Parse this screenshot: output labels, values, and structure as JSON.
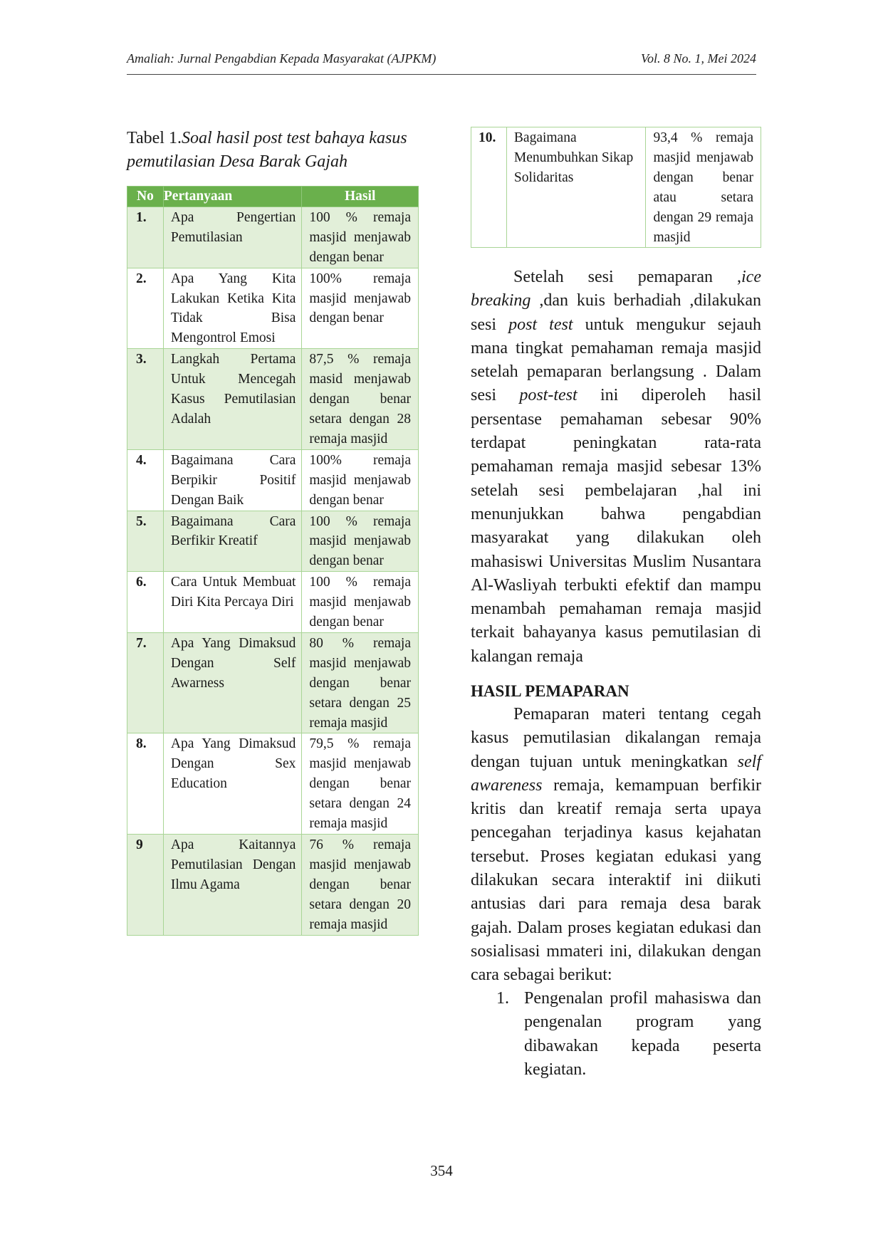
{
  "header": {
    "journal": "Amaliah: Jurnal Pengabdian Kepada Masyarakat (AJPKM)",
    "volume": "Vol. 8 No. 1, Mei 2024"
  },
  "caption": {
    "prefix": "Tabel 1.",
    "title": "Soal hasil post test bahaya kasus pemutilasian Desa Barak Gajah"
  },
  "table": {
    "headers": [
      "No",
      "Pertanyaan",
      "Hasil"
    ],
    "rows": [
      {
        "no": "1.",
        "question": "Apa Pengertian Pemutilasian",
        "result": "100 % remaja masjid menjawab dengan benar"
      },
      {
        "no": "2.",
        "question": "Apa Yang Kita Lakukan Ketika Kita Tidak Bisa Mengontrol Emosi",
        "result": "100% remaja masjid menjawab dengan benar"
      },
      {
        "no": "3.",
        "question": "Langkah Pertama Untuk Mencegah Kasus Pemutilasian Adalah",
        "result": "87,5 % remaja masid menjawab dengan benar setara dengan 28 remaja masjid"
      },
      {
        "no": "4.",
        "question": "Bagaimana Cara Berpikir Positif Dengan Baik",
        "result": "100% remaja masjid menjawab dengan benar"
      },
      {
        "no": "5.",
        "question": "Bagaimana Cara Berfikir Kreatif",
        "result": "100 % remaja masjid menjawab dengan benar"
      },
      {
        "no": "6.",
        "question": "Cara Untuk Membuat Diri Kita Percaya Diri",
        "result": "100 % remaja masjid menjawab dengan benar"
      },
      {
        "no": "7.",
        "question": "Apa Yang Dimaksud Dengan Self Awarness",
        "result": "80 % remaja masjid menjawab dengan benar setara dengan 25 remaja masjid"
      },
      {
        "no": "8.",
        "question": "Apa Yang Dimaksud Dengan Sex Education",
        "result": "79,5 % remaja masjid menjawab dengan benar setara dengan 24 remaja masjid"
      },
      {
        "no": "9",
        "question": "Apa Kaitannya Pemutilasian Dengan Ilmu Agama",
        "result": "76 % remaja masjid menjawab dengan benar setara dengan 20 remaja masjid"
      }
    ],
    "continued_row": {
      "no": "10.",
      "question": "Bagaimana Menumbuhkan Sikap Solidaritas",
      "result": "93,4 % remaja masjid menjawab dengan benar atau setara dengan 29 remaja masjid"
    }
  },
  "body": {
    "para1": {
      "s1": "Setelah sesi pemaparan ,",
      "s1_em": "ice breaking",
      "s2": " ,dan kuis berhadiah ,dilakukan sesi ",
      "s2_em": "post test",
      "s3": " untuk mengukur sejauh mana tingkat pemahaman remaja masjid setelah pemaparan berlangsung . Dalam sesi ",
      "s3_em": "post-test",
      "s4": " ini diperoleh hasil persentase pemahaman sebesar 90% terdapat peningkatan rata-rata pemahaman remaja masjid sebesar 13% setelah sesi pembelajaran ,hal ini menunjukkan bahwa pengabdian masyarakat yang dilakukan oleh mahasiswi Universitas Muslim Nusantara Al-Wasliyah terbukti efektif dan mampu menambah pemahaman remaja masjid terkait bahayanya kasus pemutilasian di kalangan remaja"
    },
    "heading": "HASIL PEMAPARAN",
    "para2": {
      "s1": "Pemaparan materi tentang cegah kasus pemutilasian dikalangan remaja dengan tujuan untuk meningkatkan ",
      "s1_em": "self awareness",
      "s2": " remaja, kemampuan berfikir kritis dan kreatif remaja serta upaya pencegahan terjadinya kasus kejahatan tersebut. Proses kegiatan edukasi yang dilakukan secara interaktif ini diikuti antusias dari para remaja desa barak gajah. Dalam proses kegiatan edukasi dan sosialisasi mmateri ini, dilakukan dengan cara sebagai berikut:"
    },
    "list": [
      {
        "num": "1.",
        "text": "Pengenalan profil mahasiswa dan pengenalan program yang dibawakan kepada peserta kegiatan."
      }
    ]
  },
  "page_number": "354"
}
